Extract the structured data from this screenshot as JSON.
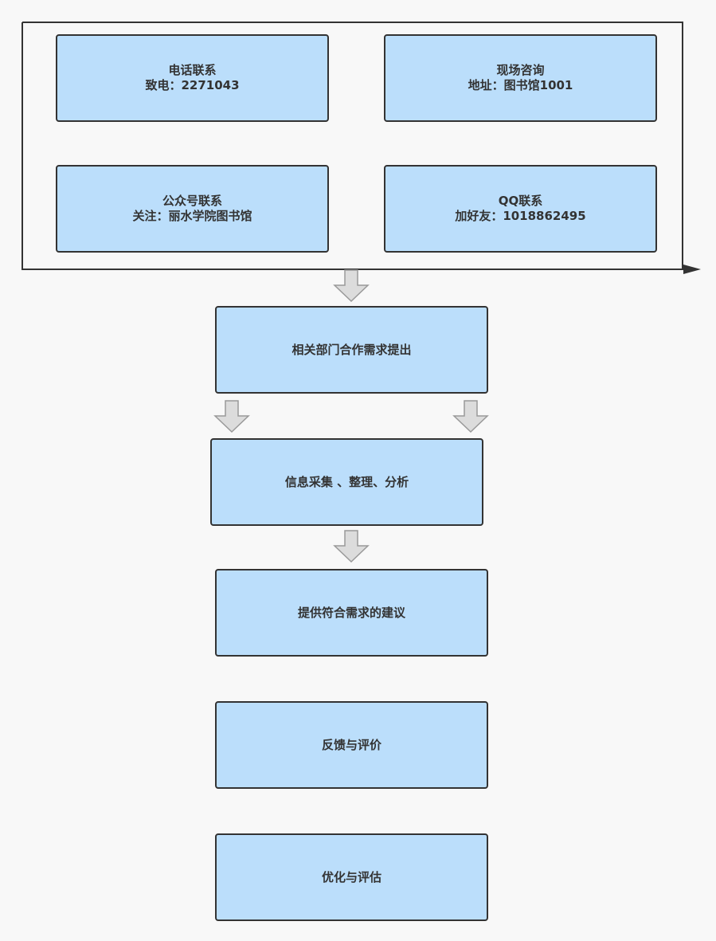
{
  "contact_methods": [
    {
      "title": "电话联系",
      "detail": "致电：2271043"
    },
    {
      "title": "现场咨询",
      "detail": "地址：图书馆1001"
    },
    {
      "title": "公众号联系",
      "detail": "关注：丽水学院图书馆"
    },
    {
      "title": "QQ联系",
      "detail": "加好友：1018862495"
    }
  ],
  "steps": [
    {
      "label": "相关部门合作需求提出"
    },
    {
      "label": "信息采集 、整理、分析"
    },
    {
      "label": "提供符合需求的建议"
    },
    {
      "label": "反馈与评价"
    },
    {
      "label": "优化与评估"
    }
  ],
  "colors": {
    "box_fill": "#bbdefb",
    "box_border": "#333333",
    "arrow_fill": "#dcdcdc",
    "arrow_stroke": "#999999"
  }
}
